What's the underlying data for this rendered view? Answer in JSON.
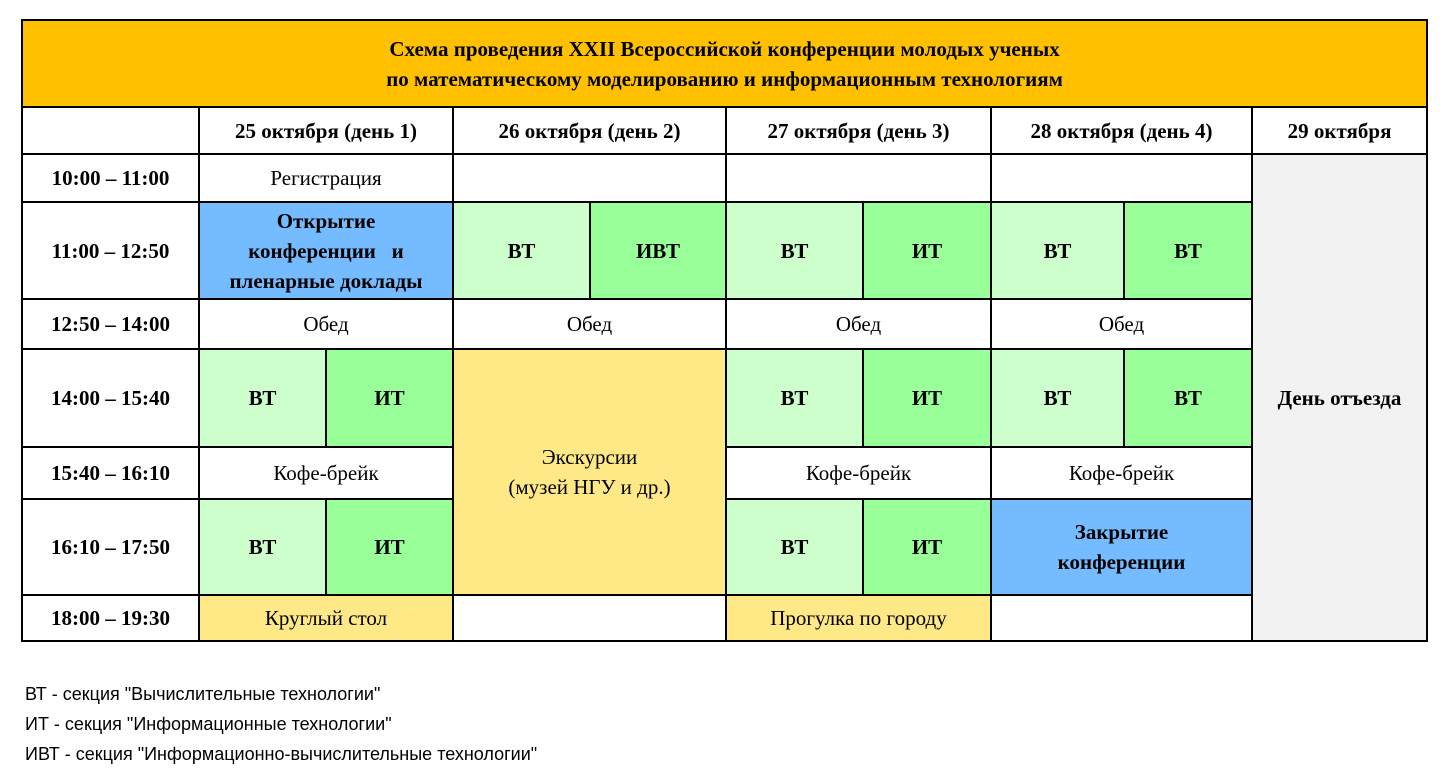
{
  "title": {
    "line1": "Схема проведения XXII Всероссийской конференции молодых ученых",
    "line2": "по математическому моделированию и информационным технологиям"
  },
  "days": [
    "25 октября (день 1)",
    "26 октября (день 2)",
    "27 октября (день 3)",
    "28 октября (день 4)",
    "29 октября"
  ],
  "times": [
    "10:00 – 11:00",
    "11:00 – 12:50",
    "12:50 – 14:00",
    "14:00 – 15:40",
    "15:40 – 16:10",
    "16:10 – 17:50",
    "18:00 – 19:30"
  ],
  "cells": {
    "registration": "Регистрация",
    "opening_l1": "Открытие",
    "opening_l2": "конференции   и",
    "opening_l3": "пленарные доклады",
    "vt": "ВТ",
    "it": "ИТ",
    "ivt": "ИВТ",
    "lunch": "Обед",
    "coffee": "Кофе-брейк",
    "excursion_l1": "Экскурсии",
    "excursion_l2": "(музей НГУ и др.)",
    "closing_l1": "Закрытие",
    "closing_l2": "конференции",
    "round_table": "Круглый стол",
    "city_walk": "Прогулка по городу",
    "departure": "День отъезда"
  },
  "legend": [
    "ВТ - секция \"Вычислительные технологии\"",
    "ИТ - секция \"Информационные технологии\"",
    "ИВТ - секция \"Информационно-вычислительные технологии\""
  ],
  "colors": {
    "title_bg": "#ffc000",
    "light_green": "#ccffcc",
    "green": "#99ff99",
    "blue": "#75bbff",
    "yellow": "#ffe986",
    "grey": "#f2f2f2"
  }
}
